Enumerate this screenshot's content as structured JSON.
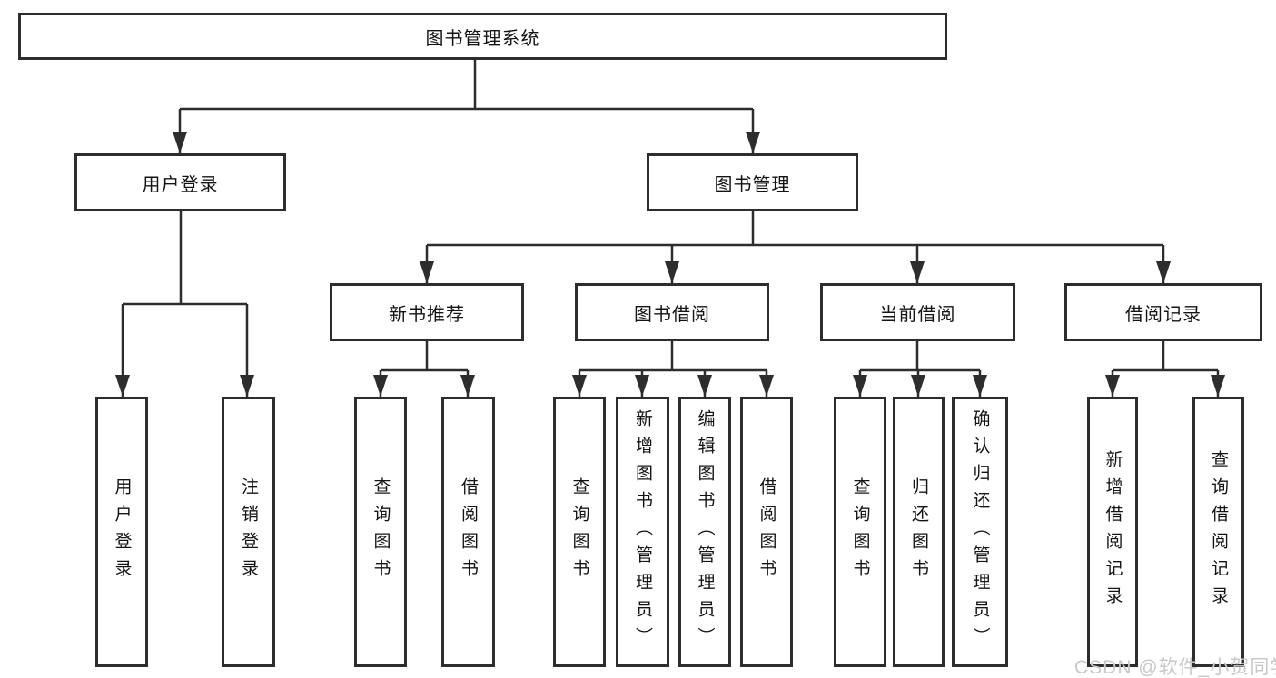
{
  "diagram": {
    "title": "图书管理系统",
    "nodes": {
      "root": {
        "label": "图书管理系统"
      },
      "user_login": {
        "label": "用户登录"
      },
      "book_management": {
        "label": "图书管理"
      },
      "new_book_recommend": {
        "label": "新书推荐"
      },
      "book_borrow": {
        "label": "图书借阅"
      },
      "current_borrow": {
        "label": "当前借阅"
      },
      "borrow_records": {
        "label": "借阅记录"
      },
      "leaves": {
        "user_login": {
          "label": "用户登录"
        },
        "logout": {
          "label": "注销登录"
        },
        "nb_query_books": {
          "label": "查询图书"
        },
        "nb_borrow_books": {
          "label": "借阅图书"
        },
        "bb_query_books": {
          "label": "查询图书"
        },
        "bb_add_books": {
          "label": "新增图书（管理员）"
        },
        "bb_edit_books": {
          "label": "编辑图书（管理员）"
        },
        "bb_borrow_books": {
          "label": "借阅图书"
        },
        "cb_query_books": {
          "label": "查询图书"
        },
        "cb_return_books": {
          "label": "归还图书"
        },
        "cb_confirm_return": {
          "label": "确认归还（管理员）"
        },
        "br_add_record": {
          "label": "新增借阅记录"
        },
        "br_query_record": {
          "label": "查询借阅记录"
        }
      }
    },
    "edges": [
      "图书管理系统 -> 用户登录",
      "图书管理系统 -> 图书管理",
      "用户登录 -> 用户登录",
      "用户登录 -> 注销登录",
      "图书管理 -> 新书推荐",
      "图书管理 -> 图书借阅",
      "图书管理 -> 当前借阅",
      "图书管理 -> 借阅记录",
      "新书推荐 -> 查询图书",
      "新书推荐 -> 借阅图书",
      "图书借阅 -> 查询图书",
      "图书借阅 -> 新增图书（管理员）",
      "图书借阅 -> 编辑图书（管理员）",
      "图书借阅 -> 借阅图书",
      "当前借阅 -> 查询图书",
      "当前借阅 -> 归还图书",
      "当前借阅 -> 确认归还（管理员）",
      "借阅记录 -> 新增借阅记录",
      "借阅记录 -> 查询借阅记录"
    ]
  },
  "watermark": {
    "text": "CSDN @软件_小贺同学"
  },
  "colors": {
    "line": "#2d2d2d",
    "box_border": "#2d2d2d",
    "text": "#141414",
    "watermark": "#c9c9c9",
    "background": "#ffffff"
  }
}
